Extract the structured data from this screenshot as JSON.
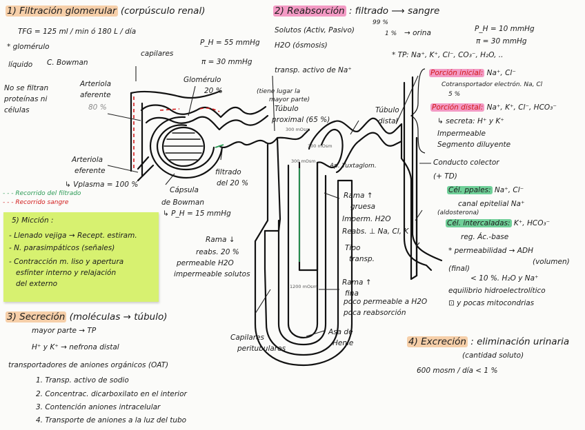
{
  "section1": {
    "title": "1) Filtración glomerular",
    "subtitle": "(corpúsculo renal)",
    "tfg": "TFG = 125 ml / min  ó  180 L / día",
    "glomerulo": "* glomérulo",
    "liquido": "líquido",
    "c_bowman": "C. Bowman",
    "no_se_filtran": [
      "No se filtran",
      "proteínas ni",
      "células"
    ],
    "capilares": "capilares",
    "ph_capilares": "P_H = 55 mmHg",
    "pi_capilares": "π = 30 mmHg",
    "arteriola_aferente": [
      "Arteriola",
      "aferente",
      "80 %"
    ],
    "glomerulo_label": [
      "Glomérulo",
      "20 %"
    ],
    "arteriola_eferente": [
      "Arteriola",
      "eferente",
      "↳ Vplasma = 100 %"
    ],
    "capsula": [
      "Cápsula",
      "de Bowman",
      "↳ P_H = 15 mmHg"
    ],
    "filtrado": [
      "filtrado",
      "del 20 %"
    ]
  },
  "legend": {
    "recorrido_filtrado": "- - - Recorrido del filtrado",
    "recorrido_sangre": "- - - Recorrido sangre"
  },
  "section2": {
    "title": "2) Reabsorción",
    "filtrado_sangre": ": filtrado  ⟶  sangre",
    "solutos": "Solutos (Activ, Pasivo)",
    "pct99": "99 %",
    "pct1": "1 %",
    "orina": "→ orina",
    "h2o": "H2O (ósmosis)",
    "ph": "P_H = 10 mmHg",
    "pi": "π = 30 mmHg",
    "tp": "* TP: Na⁺, K⁺, Cl⁻, CO₃⁻, H₂O, ..",
    "transp_activo": "transp. activo de Na⁺",
    "tiene_lugar": [
      "(tiene lugar la",
      "mayor parte)"
    ],
    "tubulo_proximal": [
      "Túbulo",
      "proximal (65 %)"
    ],
    "tubulo_distal": [
      "Túbulo",
      "distal"
    ],
    "porcion_inicial": "Porción inicial:",
    "porcion_inicial_ions": "Na⁺, Cl⁻",
    "cotransportador": "Cotransportador electrón. Na, Cl",
    "pct5": "5 %",
    "porcion_distal": "Porción distal:",
    "porcion_distal_ions": "Na⁺, K⁺, Cl⁻, HCO₃⁻",
    "secreta": "↳ secreta: H⁺ y K⁺",
    "impermeable": "Impermeable",
    "segmento": "Segmento diluyente",
    "conducto_colector": "Conducto colector",
    "td": "(+ TD)",
    "cel_ppales": "Cél. ppales:",
    "cel_ppales_ions": "Na⁺, Cl⁻",
    "canal_epitelial": "canal epitelial Na⁺",
    "aldosterona": "(aldosterona)",
    "cel_intercaladas": "Cél. intercaladas:",
    "cel_intercaladas_ions": "K⁺, HCO₃⁻",
    "reg": "reg. Ác.-base",
    "permeabilidad": "* permeabilidad → ADH",
    "volumen": "(volumen)",
    "final": "(final)",
    "pct10": "< 10 %. H₂O y Na⁺",
    "equilibrio": "equilibrio hidroelectrolítico",
    "pocas_mito": "y pocas mitocondrias",
    "ap_yuxta": "Ap. Yuxtaglom.",
    "rama_gruesa": [
      "Rama ↑",
      "gruesa",
      "Imperm. H2O",
      "Reabs. ⊥ Na, Cl, K",
      "Tipo",
      "transp."
    ],
    "rama_baja": [
      "Rama ↓",
      "reabs. 20 %",
      "permeable H2O",
      "impermeable solutos"
    ],
    "rama_fina": [
      "Rama ↑",
      "fina",
      "poco permeable a H2O",
      "poca reabsorción"
    ],
    "capilares_peritubulares": [
      "Capilares",
      "peritubulares"
    ],
    "asa_henle": [
      "Asa de",
      "Henle"
    ],
    "mosm": [
      "300 mOsm",
      "300 mOsm",
      "300 mOsm",
      "1200 mOsm"
    ]
  },
  "section3": {
    "title": "3) Secreción",
    "subtitle": "(moléculas → túbulo)",
    "mayor_parte": "mayor parte → TP",
    "h_k": "H⁺ y K⁺ → nefrona distal",
    "transportadores": "transportadores de aniones orgánicos (OAT)",
    "items": [
      "1. Transp. activo de sodio",
      "2. Concentrac. dicarboxilato en el interior",
      "3. Contención aniones intracelular",
      "4. Transporte de aniones a la luz del tubo"
    ]
  },
  "section4": {
    "title": "4) Excreción",
    "desc": ": eliminación urinaria",
    "cantidad": "(cantidad soluto)",
    "mosm": "600 mosm / día   < 1 %"
  },
  "section5": {
    "title": "5) Micción :",
    "items": [
      "- Llenado vejiga → Recept. estiram.",
      "- N. parasimpáticos (señales)",
      "- Contracción m. liso y apertura",
      "esfínter interno y relajación",
      "del externo"
    ]
  },
  "colors": {
    "highlight_orange": "#f6cfa9",
    "highlight_pink": "#f39ac4",
    "highlight_green": "#6fcf98",
    "sticky_note": "#d7f170",
    "blood_red": "#d11919",
    "filtrate_green": "#2a9a55"
  }
}
